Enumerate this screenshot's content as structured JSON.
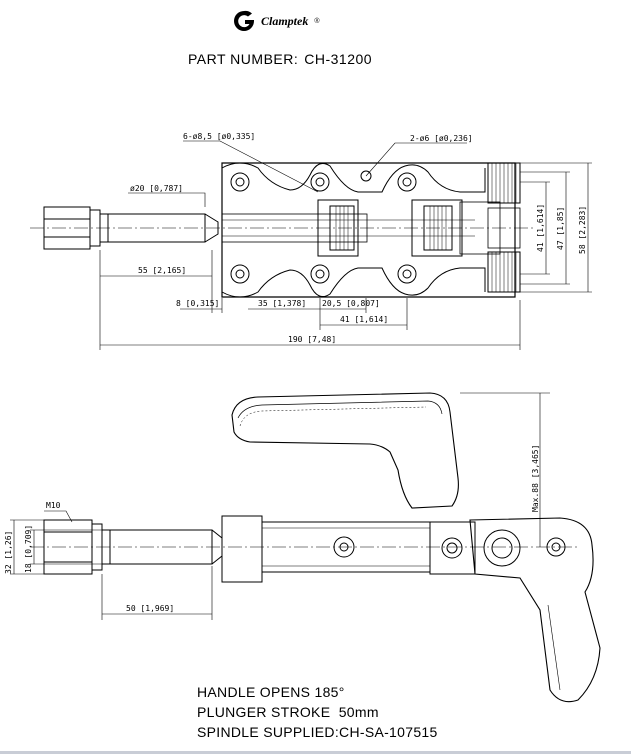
{
  "brand": {
    "name": "Clamptek",
    "reg": "®"
  },
  "header": {
    "label": "PART NUMBER:",
    "value": "CH-31200"
  },
  "top_view": {
    "dims": {
      "holes_large": "6-ø8,5 [ø0,335]",
      "holes_small": "2-ø6 [ø0,236]",
      "spindle_dia": "ø20 [0,787]",
      "length_55": "55 [2,165]",
      "dim_8": "8 [0,315]",
      "dim_35": "35 [1,378]",
      "dim_20_5": "20,5 [0,807]",
      "dim_41_h": "41 [1,614]",
      "overall": "190 [7,48]",
      "dim_41_v": "41 [1,614]",
      "dim_47": "47 [1,85]",
      "dim_58": "58 [2,283]"
    }
  },
  "side_view": {
    "dims": {
      "thread": "M10",
      "dim_32": "32 [1,26]",
      "dim_18": "18 [0,709]",
      "stroke": "50 [1,969]",
      "max_height": "Max.88 [3,465]"
    }
  },
  "notes": [
    "HANDLE OPENS 185°",
    "PLUNGER STROKE  50mm",
    "SPINDLE SUPPLIED:CH-SA-107515"
  ]
}
